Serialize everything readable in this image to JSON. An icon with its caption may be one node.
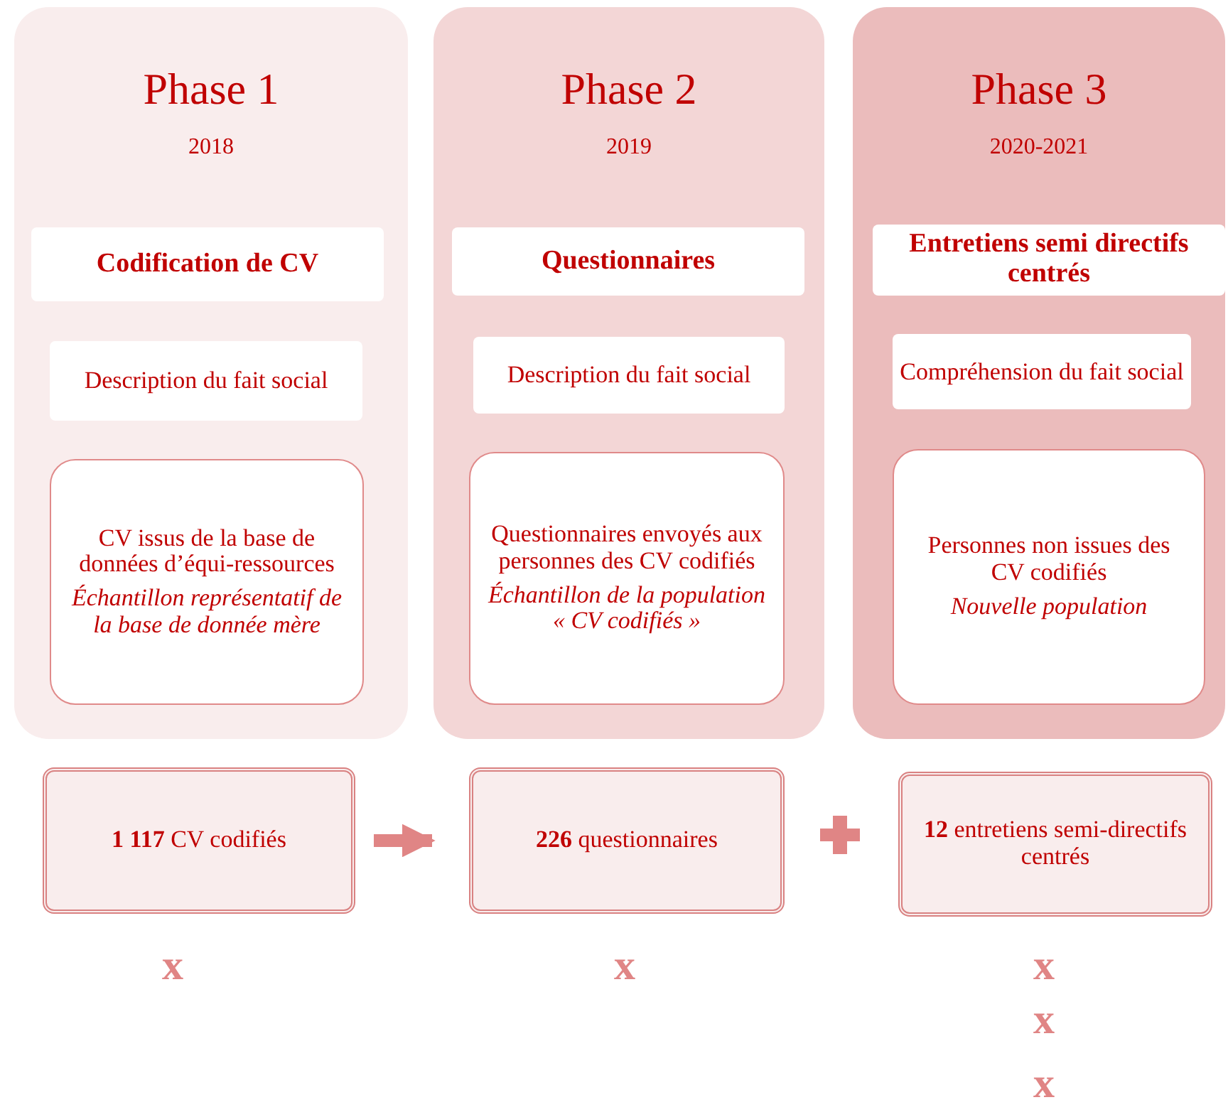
{
  "diagram": {
    "nodes": [
      {
        "text": [
          "Phase 1",
          "2018"
        ]
      },
      {
        "text": [
          "Codification de CV"
        ],
        "in": 0
      },
      {
        "text": [
          "Description du fait social"
        ],
        "in": 0
      },
      {
        "text": [
          "CV issus de la base de données d’équi-ressources",
          "Échantillon représentatif de la base de donnée mère"
        ],
        "in": 0
      },
      {
        "text": [
          "Phase 2",
          "2019"
        ]
      },
      {
        "text": [
          "Questionnaires"
        ],
        "in": 4
      },
      {
        "text": [
          "Description du fait social"
        ],
        "in": 4
      },
      {
        "text": [
          "Questionnaires envoyés aux personnes des CV codifiés",
          "Échantillon de la population « CV codifiés »"
        ],
        "in": 4
      },
      {
        "text": [
          "Phase 3",
          "2020-2021"
        ]
      },
      {
        "text": [
          "Entretiens semi directifs centrés"
        ],
        "in": 8
      },
      {
        "text": [
          "Compréhension du fait social"
        ],
        "in": 8
      },
      {
        "text": [
          "Personnes non issues des CV codifiés",
          "Nouvelle population"
        ],
        "in": 8
      },
      {
        "text": [
          "**1 117** CV codifiés"
        ]
      },
      {
        "text": [
          "**226** questionnaires"
        ]
      },
      {
        "text": [
          "**12** entretiens semi-directifs centrés"
        ]
      }
    ],
    "edges": [
      {
        "from": 12,
        "to": 13,
        "arrow": "to"
      }
    ],
    "labels": [
      "x",
      "x",
      "x",
      "x",
      "x"
    ]
  }
}
